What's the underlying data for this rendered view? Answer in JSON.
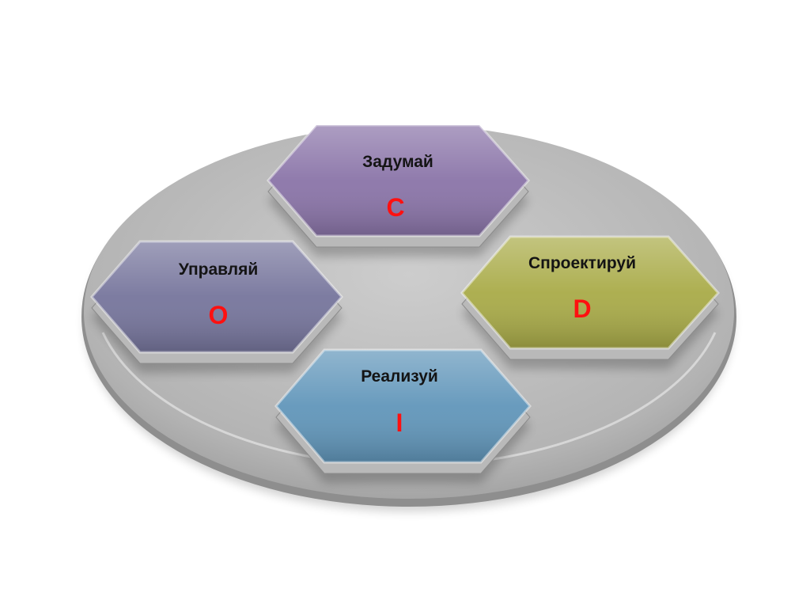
{
  "letter_color": "#ff1010",
  "platter_color": "#b8b8b8",
  "hexagons": [
    {
      "id": "c",
      "label": "Задумай",
      "letter": "C",
      "color": "#8a74a8"
    },
    {
      "id": "o",
      "label": "Управляй",
      "letter": "O",
      "color": "#76759c"
    },
    {
      "id": "d",
      "label": "Спроектируй",
      "letter": "D",
      "color": "#a9ab48"
    },
    {
      "id": "i",
      "label": "Реализуй",
      "letter": "I",
      "color": "#6196ba"
    }
  ]
}
